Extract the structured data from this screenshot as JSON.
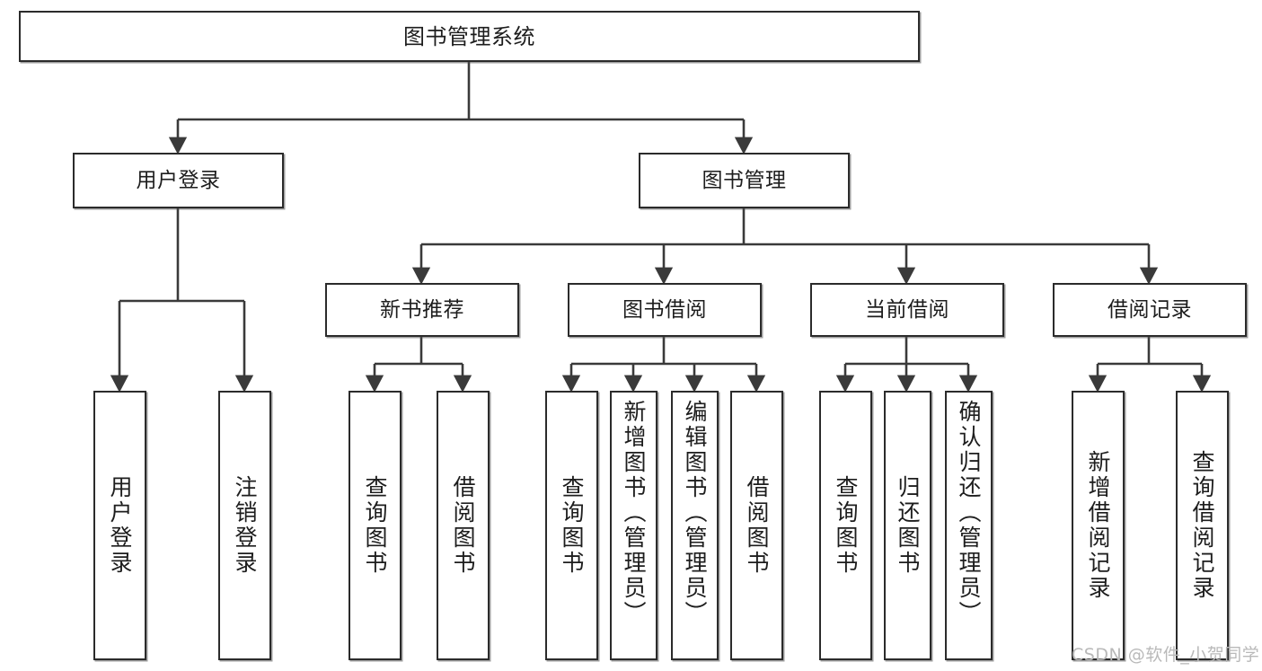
{
  "diagram": {
    "type": "tree-hierarchy-diagram",
    "title": "图书管理系统",
    "watermark": "CSDN @软件_小贺同学",
    "colors": {
      "box_border": "#2b2b2b",
      "box_fill": "#ffffff",
      "edge": "#3a3a3a",
      "text": "#1d1d1d",
      "watermark": "#b9b9b9"
    },
    "levels": {
      "root": {
        "label": "图书管理系统"
      },
      "level2": [
        {
          "id": "user-login",
          "label": "用户登录"
        },
        {
          "id": "book-management",
          "label": "图书管理"
        }
      ],
      "level3": [
        {
          "id": "new-book-recommend",
          "label": "新书推荐"
        },
        {
          "id": "book-borrow",
          "label": "图书借阅"
        },
        {
          "id": "current-borrow",
          "label": "当前借阅"
        },
        {
          "id": "borrow-record",
          "label": "借阅记录"
        }
      ],
      "leaves": {
        "user_login": [
          {
            "id": "leaf-user-login",
            "label": "用户登录"
          },
          {
            "id": "leaf-logout-login",
            "label": "注销登录"
          }
        ],
        "new_book_recommend": [
          {
            "id": "leaf-query-book-1",
            "label": "查询图书"
          },
          {
            "id": "leaf-borrow-book-1",
            "label": "借阅图书"
          }
        ],
        "book_borrow": [
          {
            "id": "leaf-query-book-2",
            "label": "查询图书"
          },
          {
            "id": "leaf-add-book",
            "label": "新增图书（管理员）"
          },
          {
            "id": "leaf-edit-book",
            "label": "编辑图书（管理员）"
          },
          {
            "id": "leaf-borrow-book-2",
            "label": "借阅图书"
          }
        ],
        "current_borrow": [
          {
            "id": "leaf-query-book-3",
            "label": "查询图书"
          },
          {
            "id": "leaf-return-book",
            "label": "归还图书"
          },
          {
            "id": "leaf-confirm-return",
            "label": "确认归还（管理员）"
          }
        ],
        "borrow_record": [
          {
            "id": "leaf-add-borrow-record",
            "label": "新增借阅记录"
          },
          {
            "id": "leaf-query-borrow-record",
            "label": "查询借阅记录"
          }
        ]
      }
    }
  }
}
